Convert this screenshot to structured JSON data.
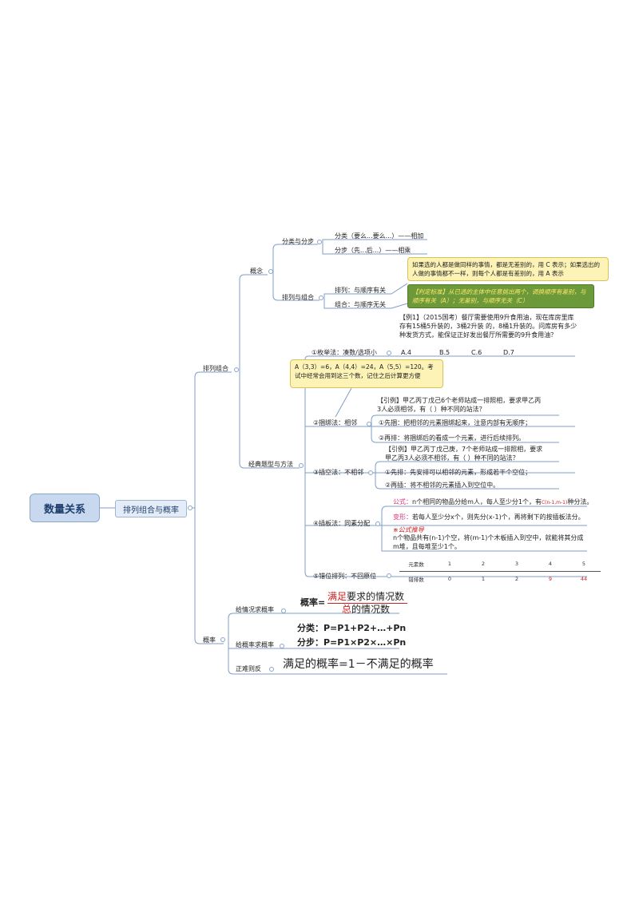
{
  "root": "数量关系",
  "main": "排列组合与概率",
  "branches": {
    "pailie": "排列组合",
    "gailv": "概率"
  },
  "concept": {
    "label": "概念",
    "fenlei": "分类与分步",
    "fenlei_a": "分类（要么...要么...）——相加",
    "fenlei_b": "分步（先...后...）——相乘",
    "pailie_zuhe": "排列与组合",
    "pl": "排列：与顺序有关",
    "zh": "组合：与顺序无关",
    "note_yellow": "如果选的人都是做同样的事情，都是无差别的，用 C 表示；如果选出的人做的事情都不一样，则每个人都是有差别的，用 A 表示",
    "note_green": "【判定标准】从已选的主体中任意挑出两个，调换顺序有差别，与顺序有关（A）；无差别，与顺序无关（C）"
  },
  "methods": {
    "label": "经典题型与方法",
    "m1": "①枚举法：凑数/选项小",
    "m1_example": "【例1】（2015国考）餐厅需要使用9升食用油，现在库房里库存有15桶5升装的，3桶2升装 的，8桶1升装的。问库房有多少种发货方式，能保证正好发出餐厅所需要的9升食用油？",
    "m1_options": [
      "A.4",
      "B.5",
      "C.6",
      "D.7"
    ],
    "m1_note": "A（3,3）=6，A（4,4）=24，A（5,5）=120。考试中经常会用到这三个数，记住之后计算更方便",
    "m2": "②捆绑法：相邻",
    "m2_example": "【引例】甲乙丙丁戊己6个老师站成一排照相，要求甲乙丙3人必须相邻，有（ ）种不同的站法？",
    "m2_s1": "①先捆：把相邻的元素捆绑起来，注意内部有无顺序；",
    "m2_s2": "②再排：将捆绑后的看成一个元素，进行后续排列。",
    "m3": "③插空法：不相邻",
    "m3_example": "【引例】甲乙丙丁戊己庚，7个老师站成一排照相，要求甲乙丙3人必须不相邻，有（ ）种不同的站法？",
    "m3_s1": "①先排：先安排可以相邻的元素，形成若干个空位；",
    "m3_s2": "②再插：将不相邻的元素插入到空位中。",
    "m4": "④插板法：同素分配",
    "m4_gs_label": "公式：",
    "m4_gs_text": "n个相同的物品分给m人，每人至少分1个，有",
    "m4_gs_formula": "C(n-1,m-1)",
    "m4_gs_tail": "种分法。",
    "m4_bx_label": "变形：",
    "m4_bx_text": "若每人至少分x个，则先分(x-1)个，再将剩下的按插板法分。",
    "m4_tag": "※公式推导",
    "m4_tag_text": "n个物品共有(n-1)个空，将(m-1)个木板插入到空中，就能将其分成m堆，且每堆至少1个。",
    "m5": "⑤错位排列：不回原位",
    "m5_table": {
      "header": [
        "元素数",
        "1",
        "2",
        "3",
        "4",
        "5"
      ],
      "row": [
        "错排数",
        "0",
        "1",
        "2",
        "9",
        "44"
      ]
    }
  },
  "prob": {
    "b1": "给情况求概率",
    "b1_formula_head": "概率=",
    "b1_numer_a": "满足",
    "b1_numer_b": "要求的情况数",
    "b1_denom_a": "总",
    "b1_denom_b": "的情况数",
    "b2": "给概率求概率",
    "b2_f1": "分类：P=P1+P2+…+Pn",
    "b2_f2": "分步：P=P1×P2×…×Pn",
    "b3": "正难则反",
    "b3_formula": "满足的概率=1－不满足的概率"
  }
}
